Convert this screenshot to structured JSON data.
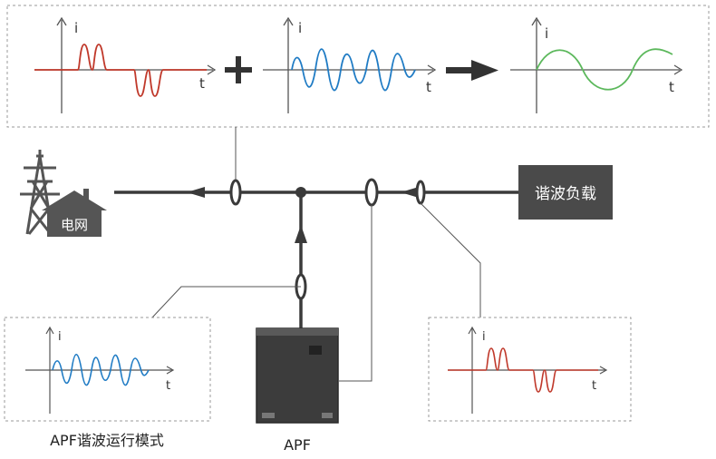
{
  "labels": {
    "current_axis": "i",
    "time_axis": "t",
    "grid": "电网",
    "harmonic_load": "谐波负载",
    "apf": "APF",
    "apf_mode": "APF谐波运行模式"
  },
  "colors": {
    "harmonic_current": "#c0392b",
    "compensation_current": "#1f7bc4",
    "sine_current": "#5cb85c",
    "line": "#3a3a3a",
    "box_border": "#999999",
    "load_box": "#4a4a4a"
  },
  "icons": {
    "plus": "plus-icon",
    "arrow": "right-arrow-icon",
    "tower": "transmission-tower-icon",
    "house": "grid-house-icon",
    "apf": "apf-cabinet-icon"
  }
}
